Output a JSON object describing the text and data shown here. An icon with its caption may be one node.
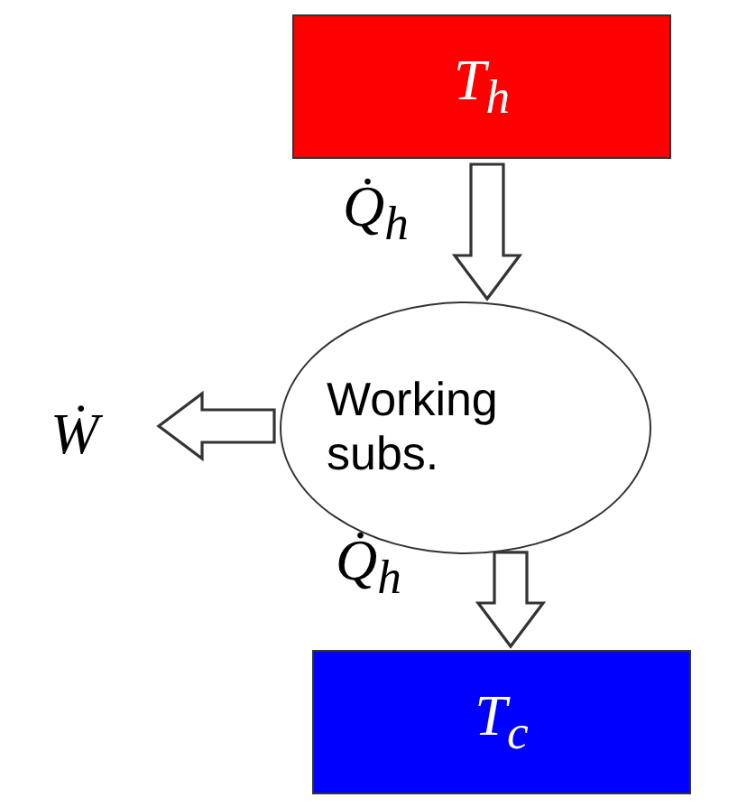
{
  "diagram": {
    "nodes": [
      {
        "text": [
          "T$_{h}$"
        ]
      },
      {
        "text": [
          "Working subs."
        ]
      },
      {
        "text": [
          "T$_{c}$"
        ]
      },
      {
        "text": [
          "Ẇ"
        ]
      }
    ],
    "edges": [
      {
        "from": 0,
        "to": 1,
        "arrow": "to",
        "label": "Q̇$_{h}$"
      },
      {
        "from": 1,
        "to": 2,
        "arrow": "to",
        "label": "Q̇$_{h}$"
      },
      {
        "from": 1,
        "to": 3,
        "arrow": "to"
      }
    ]
  }
}
